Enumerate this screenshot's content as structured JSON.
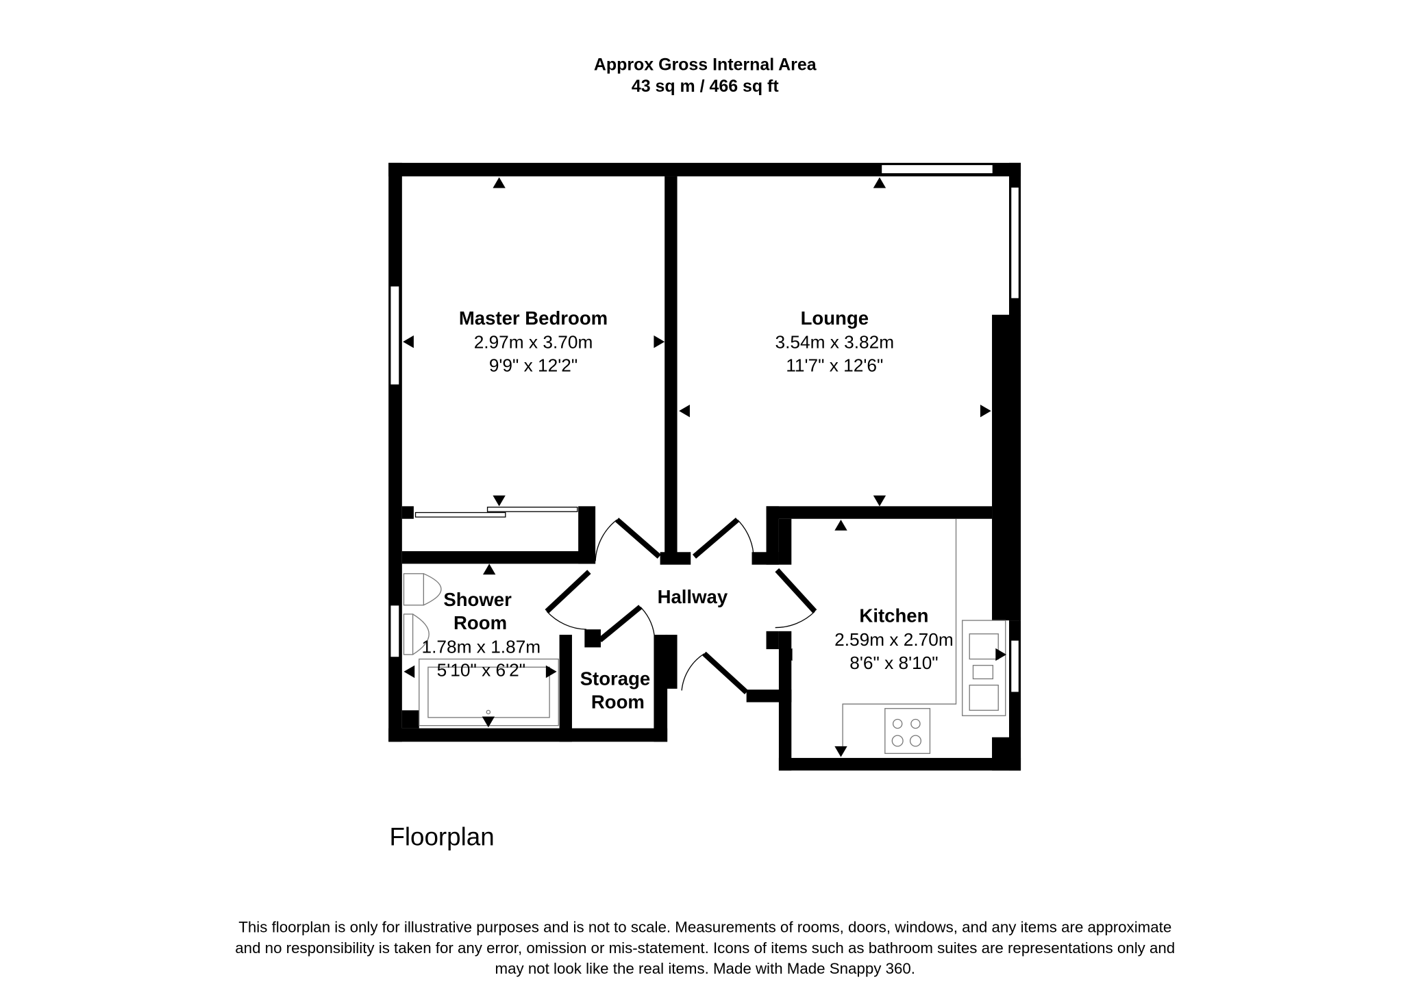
{
  "header": {
    "title": "Approx Gross Internal Area",
    "area": "43 sq m / 466 sq ft"
  },
  "rooms": [
    {
      "name": "Master Bedroom",
      "metric": "2.97m x 3.70m",
      "imperial": "9'9\" x 12'2\""
    },
    {
      "name": "Lounge",
      "metric": "3.54m x 3.82m",
      "imperial": "11'7\" x 12'6\""
    },
    {
      "name": "Shower",
      "name2": "Room",
      "metric": "1.78m x 1.87m",
      "imperial": "5'10\" x 6'2\""
    },
    {
      "name": "Kitchen",
      "metric": "2.59m x 2.70m",
      "imperial": "8'6\" x 8'10\""
    },
    {
      "name": "Storage",
      "name2": "Room"
    },
    {
      "name": "Hallway"
    }
  ],
  "floor_label": "Floorplan",
  "disclaimer": [
    "This floorplan is only for illustrative purposes and is not to scale. Measurements of rooms, doors, windows, and any items are approximate",
    "and no responsibility is taken for any error, omission or mis-statement. Icons of items such as bathroom suites are representations only and",
    "may not look like the real items. Made with Made Snappy 360."
  ]
}
